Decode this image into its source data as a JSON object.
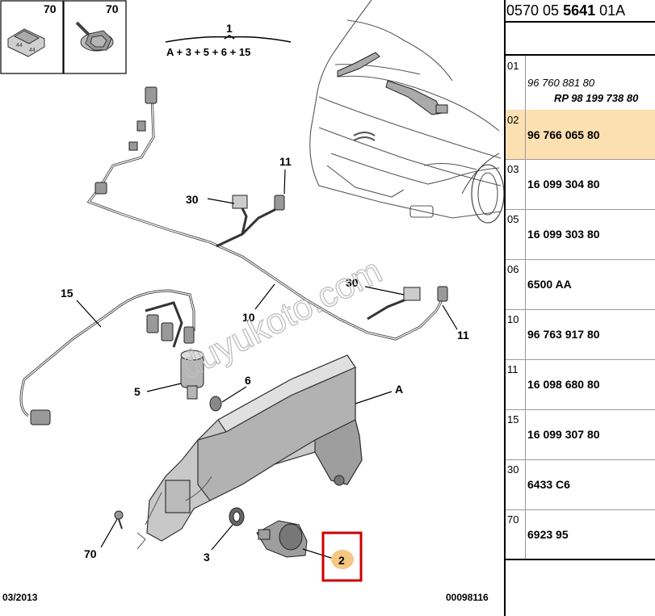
{
  "diagram": {
    "thumbnails": [
      {
        "number": "70",
        "icon": "clip-icon"
      },
      {
        "number": "70",
        "icon": "bolt-icon"
      }
    ],
    "assembly_label": "1",
    "assembly_formula": "A + 3 + 5 + 6 + 15",
    "callouts": {
      "c11a": "11",
      "c30a": "30",
      "c15": "15",
      "c10": "10",
      "c30b": "30",
      "c11b": "11",
      "c5": "5",
      "c6": "6",
      "cA": "A",
      "c70": "70",
      "c3": "3",
      "c2": "2"
    },
    "watermark": "duyukoto.com",
    "date": "03/2013",
    "doc_number": "00098116",
    "highlight_color": "#cc0000",
    "badge_color": "#f5c882"
  },
  "table": {
    "title_prefix": "0570 05 ",
    "title_bold": "5641",
    "title_suffix": " 01A",
    "highlight_color": "#fde0b2",
    "rows": [
      {
        "num": "01",
        "code": "",
        "sub1": "96 760 881 80",
        "sub2": "RP 98 199 738 80"
      },
      {
        "num": "02",
        "code": "96 766 065 80",
        "highlighted": true
      },
      {
        "num": "03",
        "code": "16 099 304 80"
      },
      {
        "num": "05",
        "code": "16 099 303 80"
      },
      {
        "num": "06",
        "code": "6500 AA"
      },
      {
        "num": "10",
        "code": "96 763 917 80"
      },
      {
        "num": "11",
        "code": "16 098 680 80"
      },
      {
        "num": "15",
        "code": "16 099 307 80"
      },
      {
        "num": "30",
        "code": "6433 C6"
      },
      {
        "num": "70",
        "code": "6923 95"
      }
    ]
  }
}
